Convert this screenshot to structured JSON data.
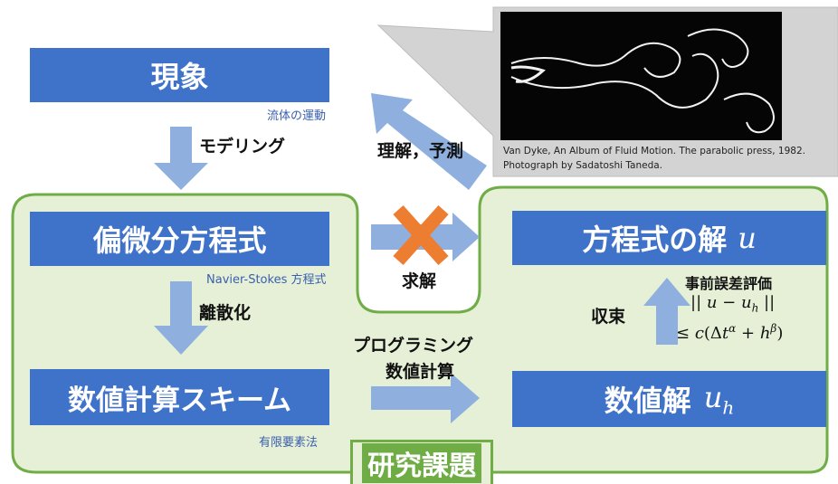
{
  "nodes": {
    "phenomenon": "現象",
    "pde": "偏微分方程式",
    "scheme": "数値計算スキーム",
    "solution": "方程式の解",
    "solution_var": "u",
    "numerical": "数値解",
    "numerical_var": "u",
    "numerical_sub": "h"
  },
  "sublabels": {
    "phenomenon": "流体の運動",
    "pde": "Navier-Stokes 方程式",
    "scheme": "有限要素法"
  },
  "edges": {
    "modeling": "モデリング",
    "discretize": "離散化",
    "programming": "プログラミング",
    "computation": "数値計算",
    "understand": "理解，予測",
    "solve": "求解",
    "convergence": "収束",
    "a_priori": "事前誤差評価"
  },
  "research_label": "研究課題",
  "photo_caption": {
    "line1": "Van Dyke, An Album of Fluid Motion. The parabolic press, 1982.",
    "line2": "Photograph by Sadatoshi Taneda."
  },
  "colors": {
    "node_blue": "#3f72c9",
    "arrow_blue": "#8fb0df",
    "region_fill": "#e5f0d6",
    "region_stroke": "#70ad47",
    "cross": "#ed7d31"
  }
}
